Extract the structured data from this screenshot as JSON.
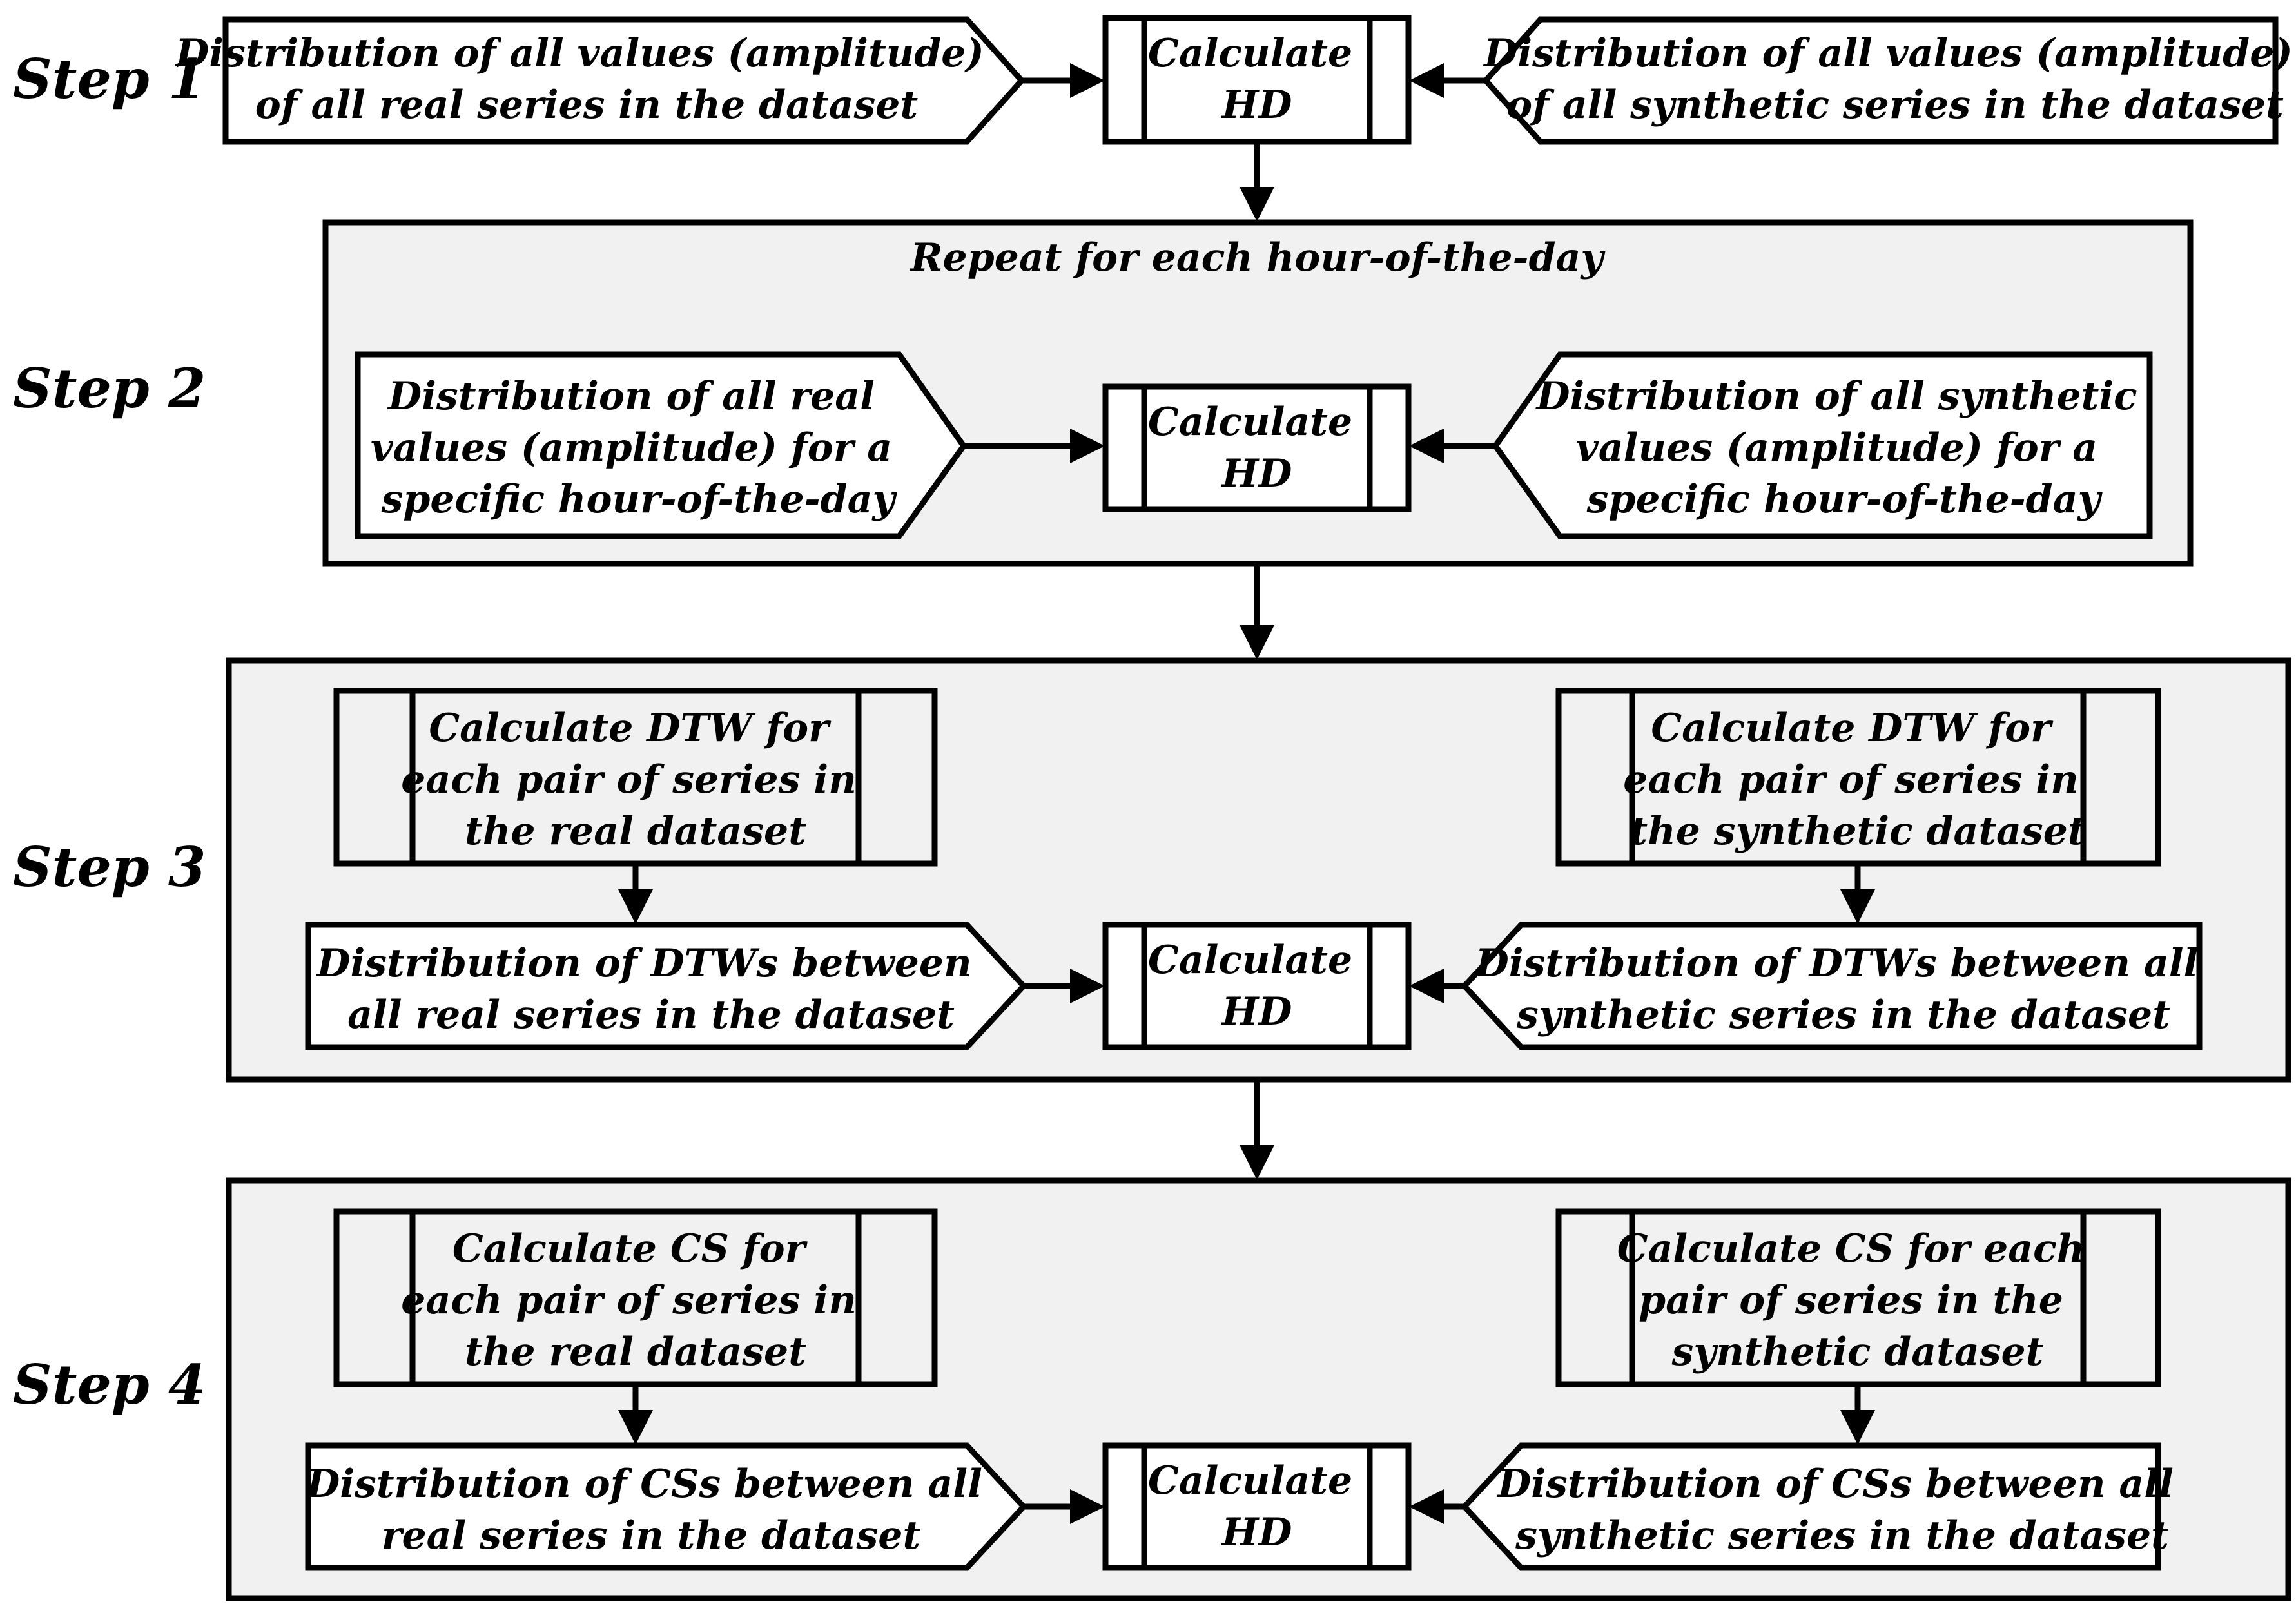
{
  "steps": {
    "step1": "Step 1",
    "step2": "Step 2",
    "step3": "Step 3",
    "step4": "Step 4"
  },
  "step1": {
    "real_input": [
      "Distribution of all values (amplitude)",
      "of all real series in the dataset"
    ],
    "calc": [
      "Calculate",
      "HD"
    ],
    "synth_input": [
      "Distribution of all values (amplitude)",
      "of all synthetic series in the dataset"
    ]
  },
  "step2": {
    "repeat_note": "Repeat for each hour-of-the-day",
    "real_input": [
      "Distribution of all real",
      "values (amplitude) for a",
      "specific hour-of-the-day"
    ],
    "calc": [
      "Calculate",
      "HD"
    ],
    "synth_input": [
      "Distribution of all synthetic",
      "values (amplitude) for a",
      "specific hour-of-the-day"
    ]
  },
  "step3": {
    "real_process": [
      "Calculate DTW for",
      "each pair of series in",
      "the real dataset"
    ],
    "synth_process": [
      "Calculate DTW for",
      "each pair of series in",
      "the synthetic dataset"
    ],
    "real_dist": [
      "Distribution of DTWs between",
      "all real series in the dataset"
    ],
    "calc": [
      "Calculate",
      "HD"
    ],
    "synth_dist": [
      "Distribution of DTWs between all",
      "synthetic series in the dataset"
    ]
  },
  "step4": {
    "real_process": [
      "Calculate CS for",
      "each pair of series in",
      "the real dataset"
    ],
    "synth_process": [
      "Calculate CS for each",
      "pair of series in the",
      "synthetic dataset"
    ],
    "real_dist": [
      "Distribution of CSs between all",
      "real series in the dataset"
    ],
    "calc": [
      "Calculate",
      "HD"
    ],
    "synth_dist": [
      "Distribution of CSs between all",
      "synthetic series in the dataset"
    ]
  }
}
